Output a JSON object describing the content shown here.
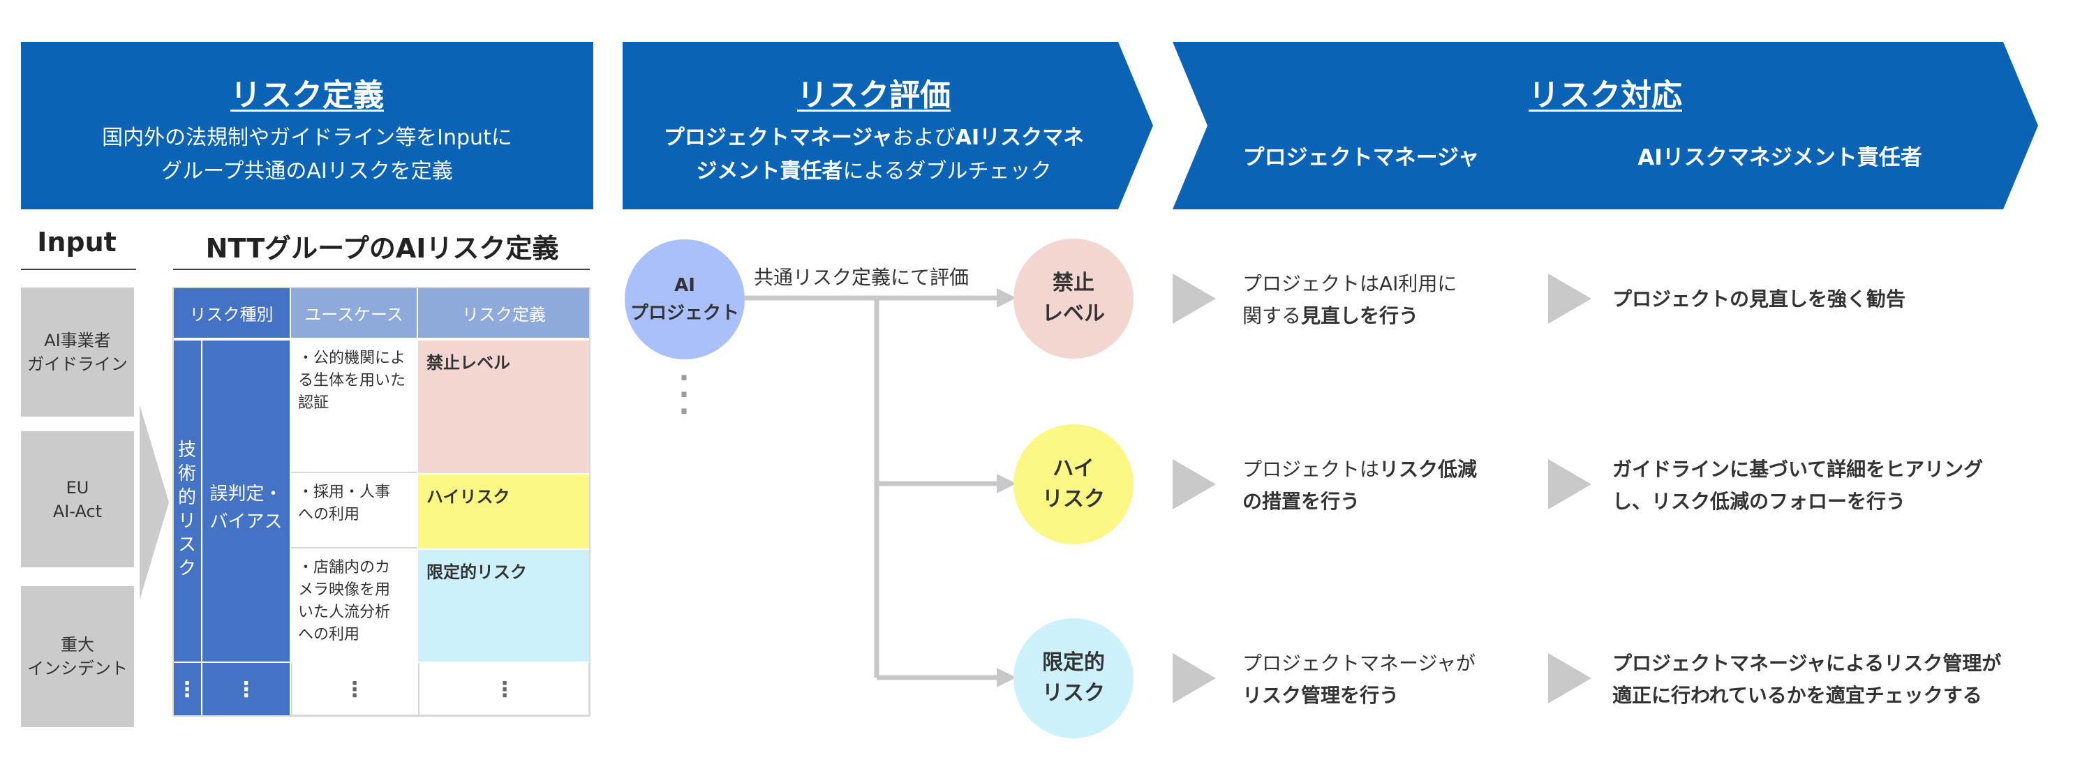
{
  "colors": {
    "header_blue": "#0a63b5",
    "table_header": "#4472c4",
    "table_header_light": "#8eaadb",
    "prohibited": "#f4d6d0",
    "high_risk": "#fbf784",
    "limited_risk": "#cdf1fb",
    "gray": "#cbcbcb",
    "ai_project": "#a9c0fb"
  },
  "header_definition": {
    "title": "リスク定義",
    "line1": "国内外の法規制やガイドライン等をInputに",
    "line2": "グループ共通のAIリスクを定義"
  },
  "header_evaluation": {
    "title": "リスク評価",
    "line1_bold": "プロジェクトマネージャ",
    "line1_rest": "および",
    "line1_bold2": "AIリスクマネ",
    "line2_bold": "ジメント責任者",
    "line2_rest": "によるダブルチェック"
  },
  "header_response": {
    "title": "リスク対応",
    "col1": "プロジェクトマネージャ",
    "col2": "AIリスクマネジメント責任者"
  },
  "input": {
    "title": "Input",
    "items": [
      {
        "line1": "AI事業者",
        "line2": "ガイドライン"
      },
      {
        "line1": "EU",
        "line2": "AI-Act"
      },
      {
        "line1": "重大",
        "line2": "インシデント"
      }
    ]
  },
  "ntt_table": {
    "title": "NTTグループのAIリスク定義",
    "headers": [
      "リスク種別",
      "ユースケース",
      "リスク定義"
    ],
    "category_vertical": [
      "技",
      "術",
      "的",
      "リ",
      "ス",
      "ク"
    ],
    "subcategory": [
      "誤判定・",
      "バイアス"
    ],
    "rows": [
      {
        "usecase": [
          "・公的機関によ",
          "る生体を用いた",
          "認証"
        ],
        "definition": "禁止レベル"
      },
      {
        "usecase": [
          "・採用・人事",
          "への利用"
        ],
        "definition": "ハイリスク"
      },
      {
        "usecase": [
          "・店舗内のカ",
          "メラ映像を用",
          "いた人流分析",
          "への利用"
        ],
        "definition": "限定的リスク"
      }
    ],
    "ellipsis": "⋮"
  },
  "evaluation": {
    "ai_project": [
      "AI",
      "プロジェクト"
    ],
    "flow_label": "共通リスク定義にて評価",
    "ellipsis": "⋮",
    "levels": [
      [
        "禁止",
        "レベル"
      ],
      [
        "ハイ",
        "リスク"
      ],
      [
        "限定的",
        "リスク"
      ]
    ]
  },
  "responses": [
    {
      "pm": {
        "line1_plain": "プロジェクトはAI利用に",
        "line2_plain": "関する",
        "line2_bold": "見直しを行う"
      },
      "ai": {
        "line1": "プロジェクトの見直しを強く勧告",
        "line2": ""
      }
    },
    {
      "pm": {
        "line1_plain": "プロジェクトは",
        "line1_bold": "リスク低減",
        "line2_bold": "の措置を行う"
      },
      "ai": {
        "line1": "ガイドラインに基づいて詳細をヒアリング",
        "line2": "し、リスク低減のフォローを行う"
      }
    },
    {
      "pm": {
        "line1_plain": "プロジェクトマネージャが",
        "line2_bold": "リスク管理を行う"
      },
      "ai": {
        "line1": "プロジェクトマネージャによるリスク管理が",
        "line2": "適正に行われているかを適宜チェックする"
      }
    }
  ]
}
